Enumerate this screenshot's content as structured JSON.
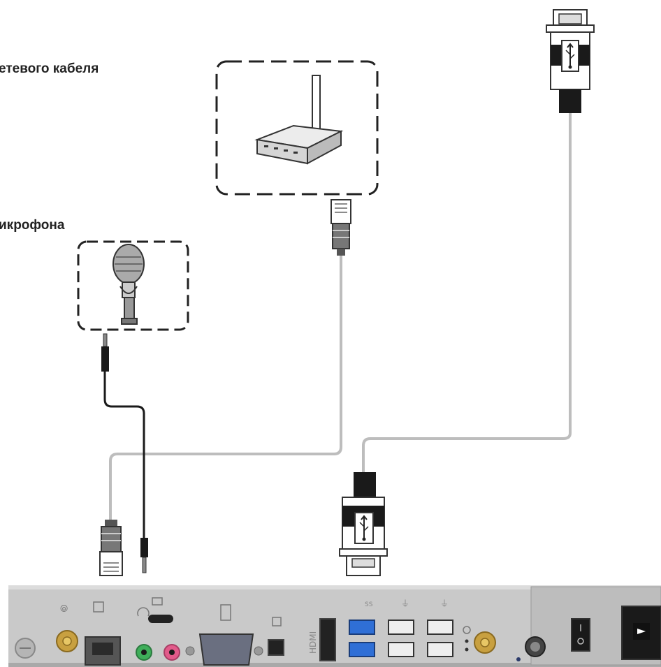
{
  "labels": {
    "network_cable": "етевого кабеля",
    "microphone": "икрофона"
  },
  "panel": {
    "hdmi_text": "HDMI",
    "usb3_text": "SS"
  },
  "colors": {
    "cable_gray": "#bdbdbd",
    "cable_black": "#1a1a1a",
    "panel_metal": "#c9c9c9",
    "port_blue": "#2f6fd6",
    "audio_green": "#3fae5a",
    "audio_pink": "#e25a8a",
    "brass": "#c8a040"
  },
  "icons": [
    "router-icon",
    "microphone-icon",
    "usb-icon",
    "ethernet-icon",
    "power-icon"
  ]
}
